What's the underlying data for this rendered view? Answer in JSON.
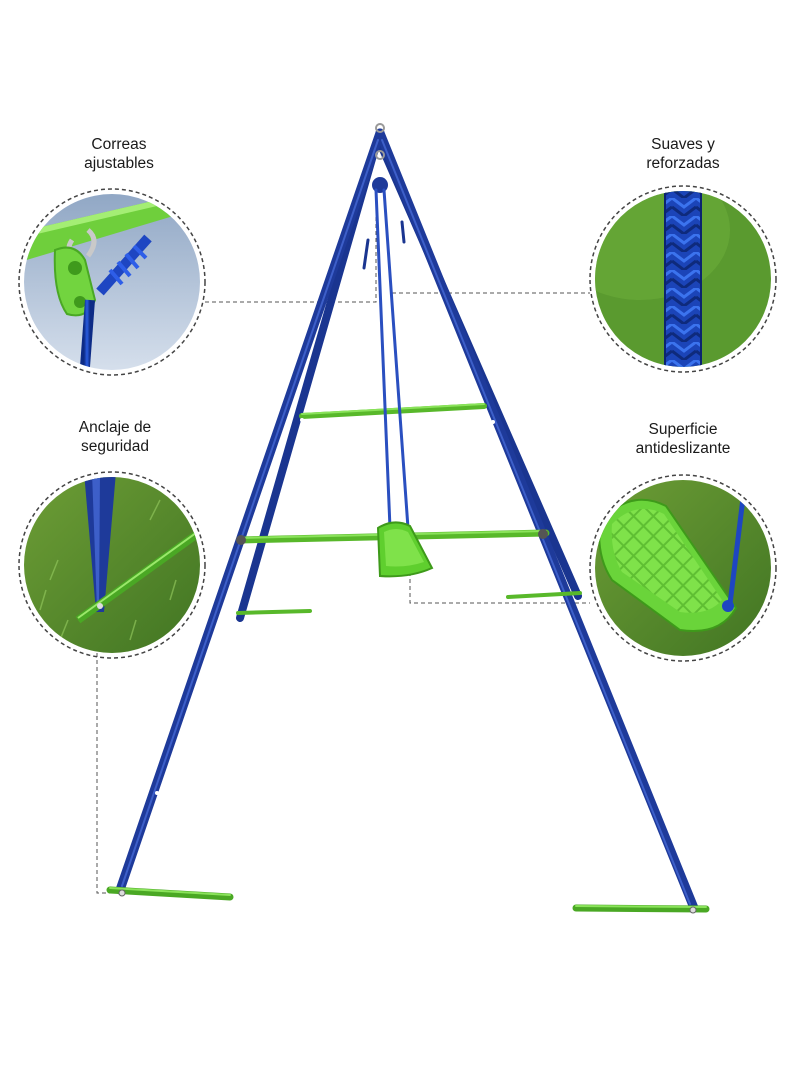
{
  "callouts": [
    {
      "id": "straps",
      "line1": "Correas",
      "line2": "ajustables",
      "icon": "hook-strap-closeup"
    },
    {
      "id": "rope",
      "line1": "Suaves y",
      "line2": "reforzadas",
      "icon": "braided-rope-closeup"
    },
    {
      "id": "anchor",
      "line1": "Anclaje de",
      "line2": "seguridad",
      "icon": "ground-stake-closeup"
    },
    {
      "id": "seat",
      "line1": "Superficie",
      "line2": "antideslizante",
      "icon": "textured-seat-closeup"
    }
  ],
  "colors": {
    "frame": "#1e3a9a",
    "frame_dark": "#15297a",
    "accent_green": "#6ad43a",
    "grass": "#4f8a2a",
    "sky": "#b9c8dc",
    "dashed_line": "#555555"
  }
}
